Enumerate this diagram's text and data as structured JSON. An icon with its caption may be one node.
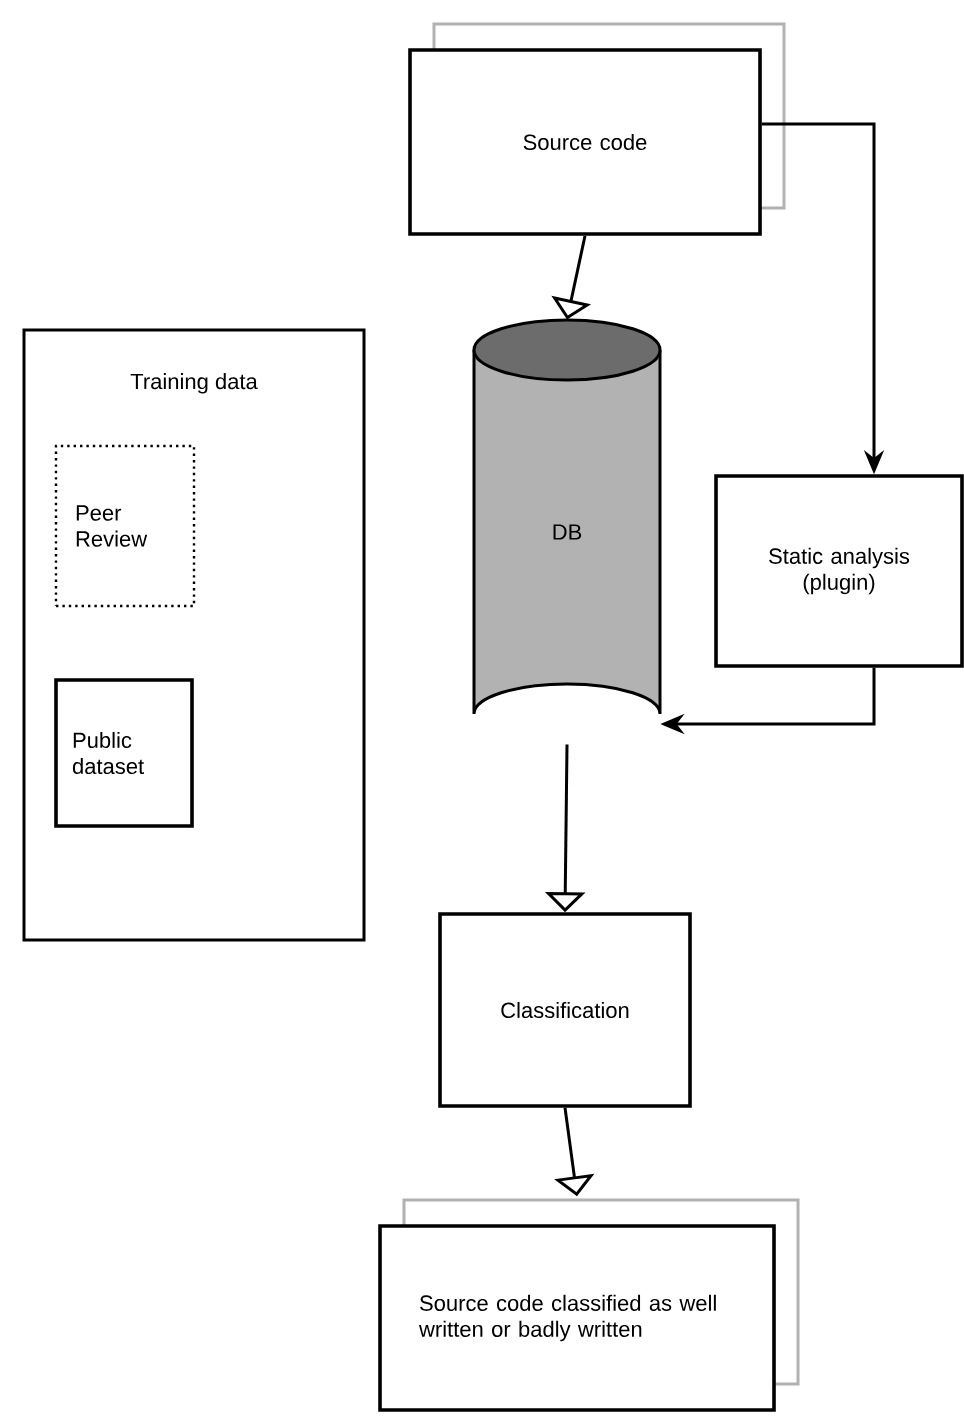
{
  "diagram": {
    "nodes": [
      {
        "text": [
          "Source code"
        ]
      },
      {
        "text": [
          "DB"
        ]
      },
      {
        "text": [
          "Static analysis (plugin)"
        ]
      },
      {
        "text": [
          "Training data"
        ]
      },
      {
        "text": [
          "Peer Review"
        ],
        "in": 3
      },
      {
        "text": [
          "Public dataset"
        ],
        "in": 3
      },
      {
        "text": [
          "Classification"
        ]
      },
      {
        "text": [
          "Source code classified as well written or badly written"
        ]
      }
    ],
    "edges": [
      {
        "from": 0,
        "to": 1,
        "arrow": "to"
      },
      {
        "from": 0,
        "to": 2,
        "arrow": "to"
      },
      {
        "from": 2,
        "to": 1,
        "arrow": "to"
      },
      {
        "from": 1,
        "to": 6,
        "arrow": "to"
      },
      {
        "from": 6,
        "to": 7,
        "arrow": "to"
      }
    ]
  }
}
